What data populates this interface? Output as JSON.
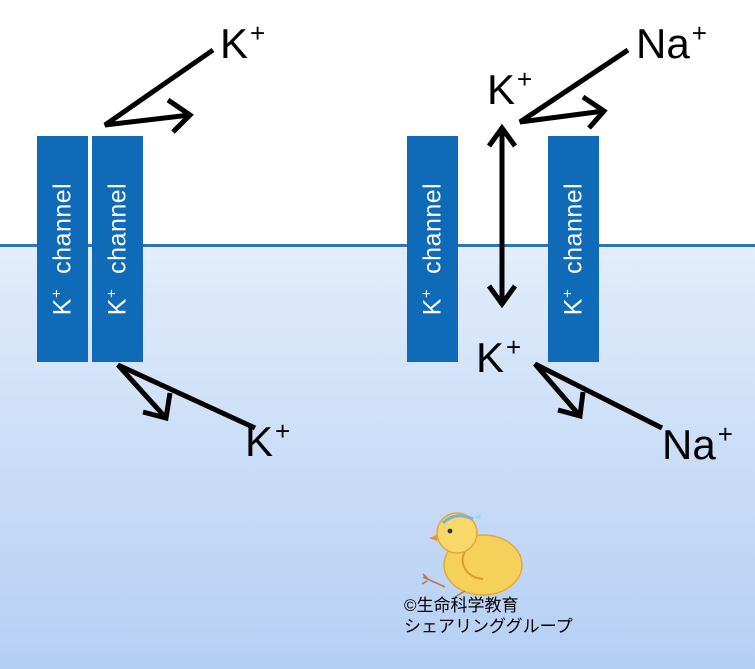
{
  "channels": [
    {
      "ion": "K",
      "charge": "+",
      "word": "channel"
    },
    {
      "ion": "K",
      "charge": "+",
      "word": "channel"
    },
    {
      "ion": "K",
      "charge": "+",
      "word": "channel"
    },
    {
      "ion": "K",
      "charge": "+",
      "word": "channel"
    }
  ],
  "ions": {
    "left_top": {
      "symbol": "K",
      "charge": "+"
    },
    "left_bottom": {
      "symbol": "K",
      "charge": "+"
    },
    "right_na_top": {
      "symbol": "Na",
      "charge": "+"
    },
    "right_k_top": {
      "symbol": "K",
      "charge": "+"
    },
    "right_k_bottom": {
      "symbol": "K",
      "charge": "+"
    },
    "right_na_bottom": {
      "symbol": "Na",
      "charge": "+"
    }
  },
  "copyright": {
    "line1": "©生命科学教育",
    "line2": "シェアリンググループ"
  },
  "colors": {
    "channel": "#0f6ab8",
    "membrane": "#2e75b6",
    "water_top": "#e3edfb",
    "water_bottom": "#b5cff3"
  },
  "icons": {
    "mascot": "chick-icon"
  }
}
